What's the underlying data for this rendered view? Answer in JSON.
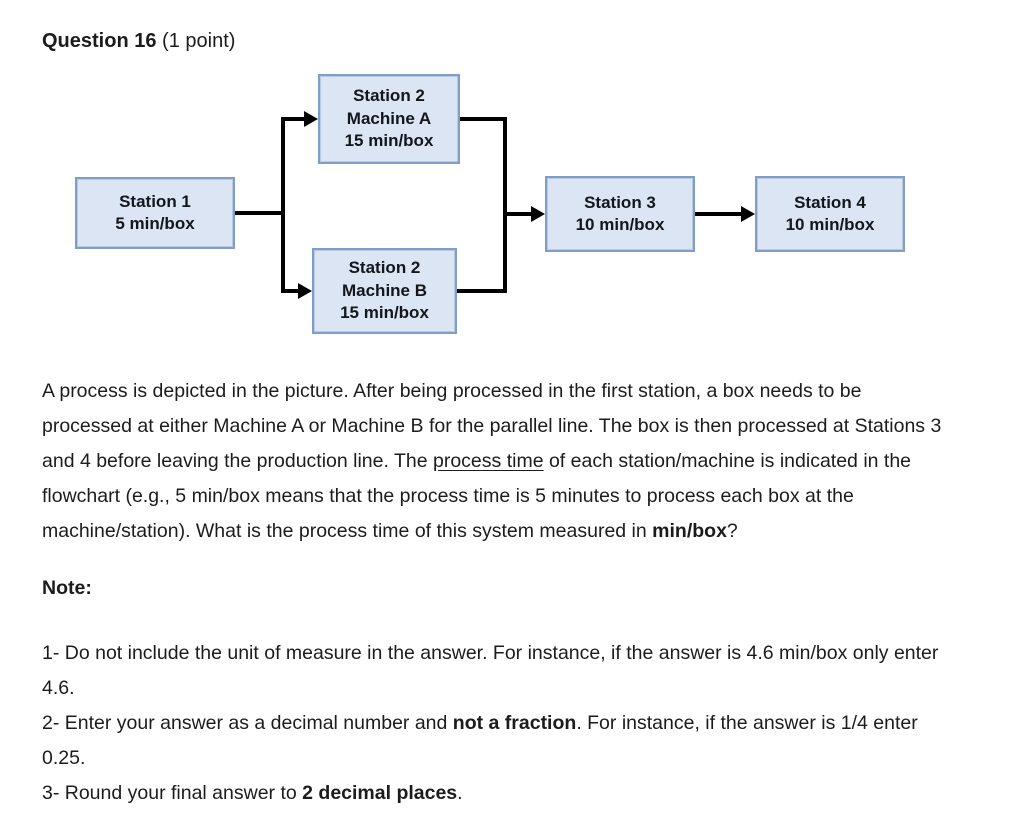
{
  "header": {
    "title": "Question 16",
    "points": " (1 point)"
  },
  "diagram": {
    "box_fill": "#dbe5f3",
    "box_border": "#7f9dc7",
    "arrow_color": "#000000",
    "boxes": [
      {
        "name": "station-1",
        "lines": [
          "Station 1",
          "5 min/box"
        ]
      },
      {
        "name": "station-2-machine-a",
        "lines": [
          "Station 2",
          "Machine A",
          "15 min/box"
        ]
      },
      {
        "name": "station-2-machine-b",
        "lines": [
          "Station 2",
          "Machine B",
          "15 min/box"
        ]
      },
      {
        "name": "station-3",
        "lines": [
          "Station 3",
          "10 min/box"
        ]
      },
      {
        "name": "station-4",
        "lines": [
          "Station 4",
          "10 min/box"
        ]
      }
    ]
  },
  "question": {
    "segments": [
      "A process is depicted in the picture. After being processed in the first station, a box needs to be processed at either Machine A or Machine B for the parallel line. The box is then processed at Stations 3 and 4 before leaving the production line. The ",
      "process time",
      " of each station/machine is indicated in the flowchart (e.g., 5 min/box means that the process time is 5 minutes to process each box at the machine/station). What is the process time of this system measured in ",
      "min/box",
      "?"
    ]
  },
  "note": {
    "label": "Note:",
    "items": [
      {
        "segments": [
          "1- Do not include the unit of measure in the answer. For instance, if the answer is 4.6 min/box only enter 4.6.",
          "",
          ""
        ]
      },
      {
        "segments": [
          "2- Enter your answer as a decimal number and ",
          "not a fraction",
          ". For instance, if the answer is 1/4 enter 0.25."
        ]
      },
      {
        "segments": [
          "3- Round your final answer to ",
          "2 decimal places",
          "."
        ]
      }
    ]
  }
}
